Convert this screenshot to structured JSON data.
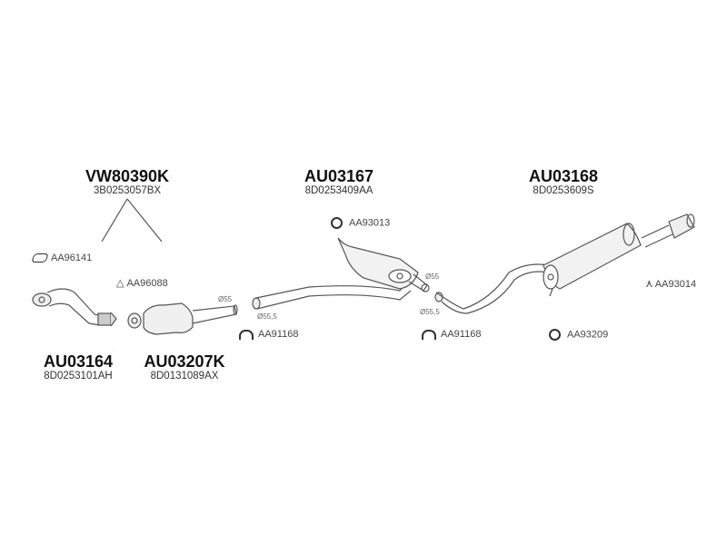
{
  "groups": [
    {
      "part": "VW80390K",
      "oe": "3B0253057BX"
    },
    {
      "part": "AU03167",
      "oe": "8D0253409AA"
    },
    {
      "part": "AU03168",
      "oe": "8D0253609S"
    },
    {
      "part": "AU03164",
      "oe": "8D0253101AH"
    },
    {
      "part": "AU03207K",
      "oe": "8D0131089AX"
    }
  ],
  "accessories": [
    {
      "code": "AA96141",
      "icon": "gasket-icon"
    },
    {
      "code": "AA96088",
      "icon": "triangle-gasket-icon"
    },
    {
      "code": "AA91168",
      "icon": "clamp-icon"
    },
    {
      "code": "AA93013",
      "icon": "rubber-mount-icon"
    },
    {
      "code": "AA91168",
      "icon": "clamp-icon"
    },
    {
      "code": "AA93209",
      "icon": "rubber-mount-icon"
    },
    {
      "code": "AA93014",
      "icon": "hanger-icon"
    }
  ],
  "diameters": [
    "Ø55",
    "Ø55,5",
    "Ø55",
    "Ø55,5"
  ]
}
